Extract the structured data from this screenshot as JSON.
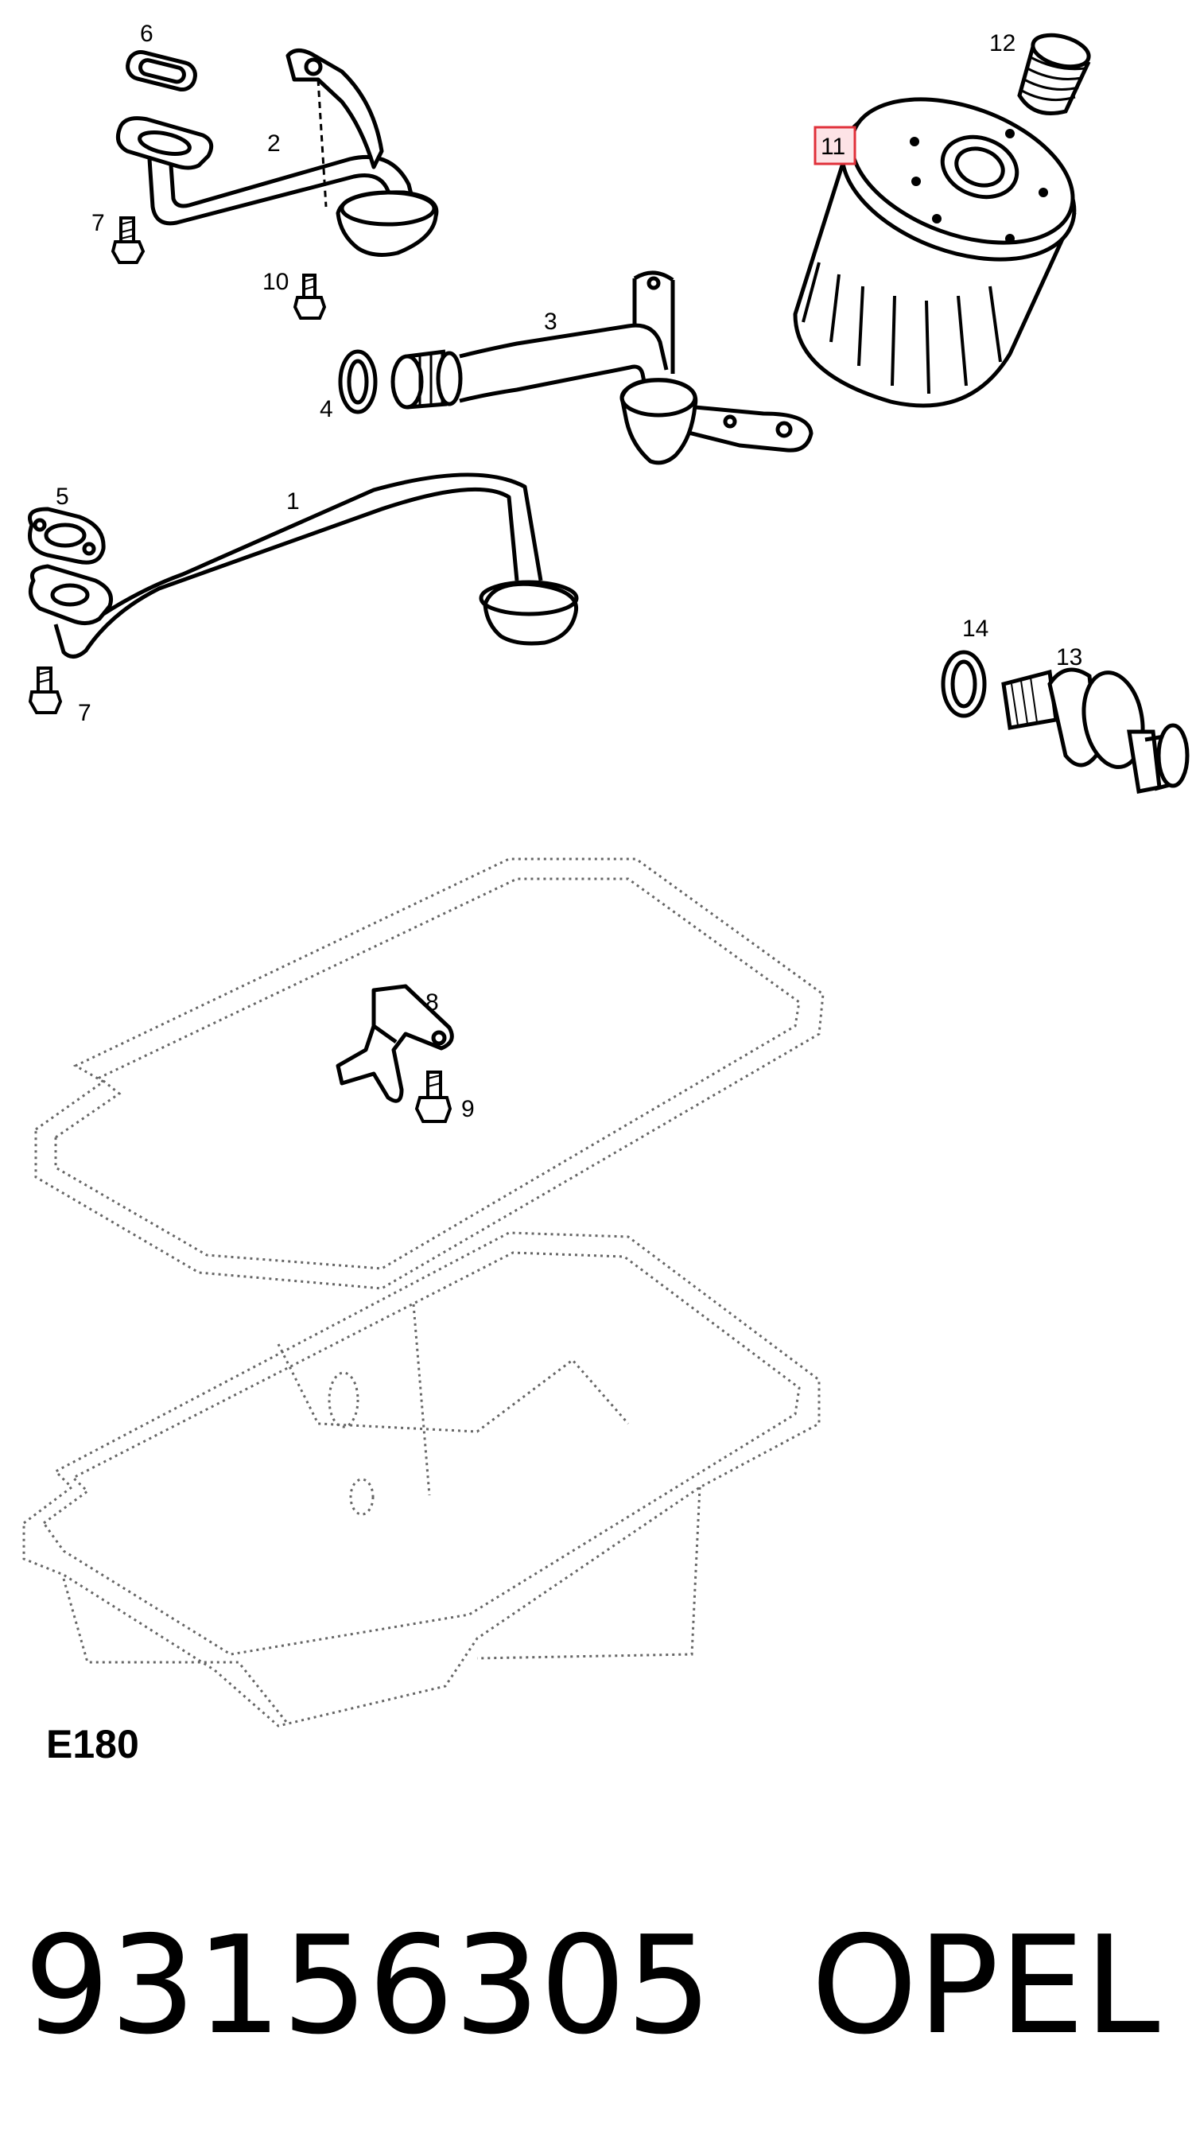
{
  "callouts": {
    "c1": "1",
    "c2": "2",
    "c3": "3",
    "c4": "4",
    "c5": "5",
    "c6": "6",
    "c7a": "7",
    "c7b": "7",
    "c8": "8",
    "c9": "9",
    "c10": "10",
    "c11": "11",
    "c12": "12",
    "c13": "13",
    "c14": "14"
  },
  "highlight": {
    "callout": "11",
    "color": "#e0303a",
    "fill": "#fde3e6"
  },
  "diagram_code": "E180",
  "part_number": "93156305",
  "brand": "OPEL",
  "colors": {
    "line": "#000000",
    "dotted": "#666666",
    "background": "#ffffff"
  }
}
